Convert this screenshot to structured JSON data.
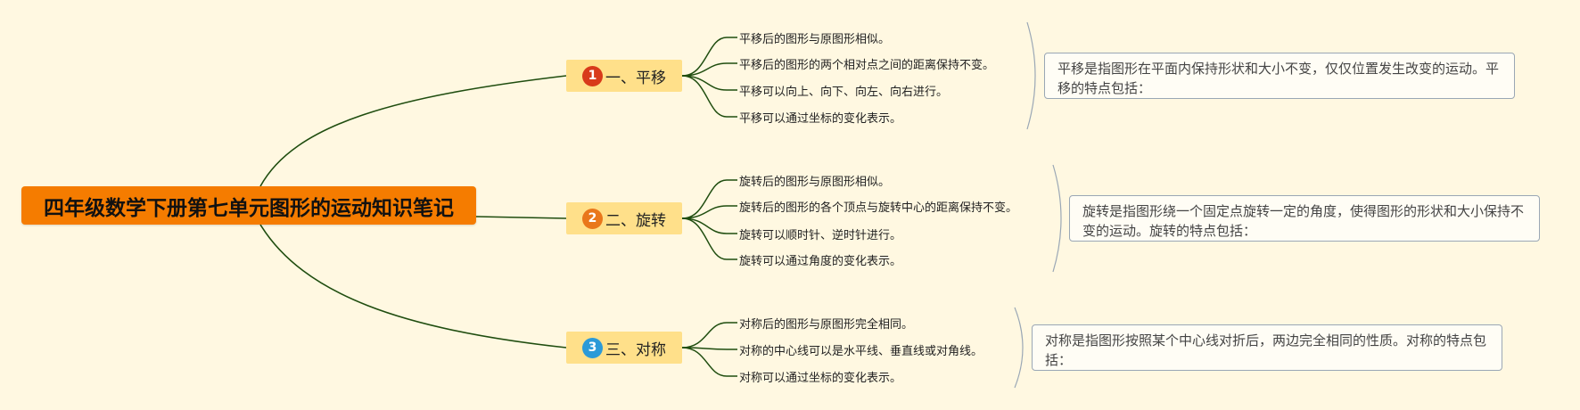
{
  "root": {
    "title": "四年级数学下册第七单元图形的运动知识笔记"
  },
  "branches": [
    {
      "number": "1",
      "badge_color": "#d83a1a",
      "label": "一、平移",
      "items": [
        "平移后的图形与原图形相似。",
        "平移后的图形的两个相对点之间的距离保持不变。",
        "平移可以向上、向下、向左、向右进行。",
        "平移可以通过坐标的变化表示。"
      ],
      "summary": "平移是指图形在平面内保持形状和大小不变，仅仅位置发生改变的运动。平移的特点包括："
    },
    {
      "number": "2",
      "badge_color": "#e9771b",
      "label": "二、旋转",
      "items": [
        "旋转后的图形与原图形相似。",
        "旋转后的图形的各个顶点与旋转中心的距离保持不变。",
        "旋转可以顺时针、逆时针进行。",
        "旋转可以通过角度的变化表示。"
      ],
      "summary": "旋转是指图形绕一个固定点旋转一定的角度，使得图形的形状和大小保持不变的运动。旋转的特点包括："
    },
    {
      "number": "3",
      "badge_color": "#2b9ad8",
      "label": "三、对称",
      "items": [
        "对称后的图形与原图形完全相同。",
        "对称的中心线可以是水平线、垂直线或对角线。",
        "对称可以通过坐标的变化表示。"
      ],
      "summary": "对称是指图形按照某个中心线对折后，两边完全相同的性质。对称的特点包括："
    }
  ],
  "colors": {
    "line": "#1f4d0f",
    "bracket": "#9aa7b5",
    "root_bg": "#f57c00",
    "branch_bg": "#ffe08a"
  }
}
